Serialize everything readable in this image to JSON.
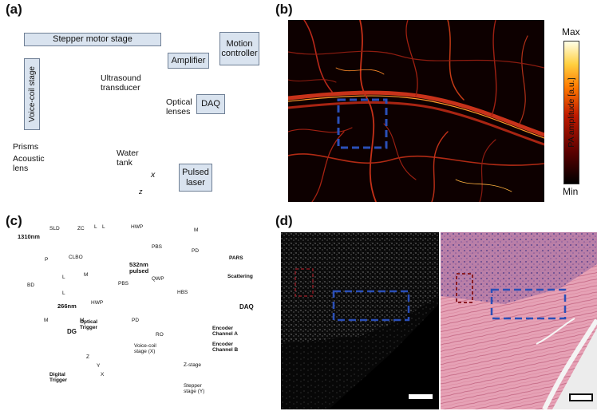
{
  "panels": {
    "a": {
      "label": "(a)",
      "stepper_stage": "Stepper motor stage",
      "motion_controller": "Motion controller",
      "voice_coil_stage": "Voice-coil stage",
      "amplifier": "Amplifier",
      "ultrasound_transducer": "Ultrasound transducer",
      "optical_lenses": "Optical lenses",
      "daq": "DAQ",
      "prisms": "Prisms",
      "acoustic_lens": "Acoustic lens",
      "water_tank": "Water tank",
      "pulsed_laser": "Pulsed laser",
      "axis_x": "x",
      "axis_z": "z"
    },
    "b": {
      "label": "(b)",
      "colorbar_max": "Max",
      "colorbar_min": "Min",
      "colorbar_title": "PA amplitude [a.u.]"
    },
    "c": {
      "label": "(c)",
      "source_nm": "1310nm",
      "sld": "SLD",
      "zc": "ZC",
      "l1": "L",
      "l2": "L",
      "hwp_top": "HWP",
      "m_top": "M",
      "pd_top": "PD",
      "pars": "PARS",
      "scattering": "Scattering",
      "pbs_top": "PBS",
      "qwp": "QWP",
      "hbs": "HBS",
      "p": "P",
      "clbo": "CLBO",
      "pulsed_532": "532nm pulsed",
      "bd": "BD",
      "l3": "L",
      "l4": "L",
      "m_left1": "M",
      "m_left2": "M",
      "m_left3": "M",
      "nm266": "266nm",
      "hwp_mid": "HWP",
      "pbs_mid": "PBS",
      "pd_mid": "PD",
      "daq": "DAQ",
      "optical_trigger": "Optical Trigger",
      "dg": "DG",
      "ro": "RO",
      "voice_coil": "Voice-coil stage (X)",
      "encoder_a": "Encoder Channel A",
      "encoder_b": "Encoder Channel B",
      "z_stage": "Z-stage",
      "stepper": "Stepper stage (Y)",
      "digital_trigger": "Digital Trigger",
      "axis_z": "Z",
      "axis_y": "Y",
      "axis_x": "X"
    },
    "d": {
      "label": "(d)"
    }
  },
  "colors": {
    "box_fill": "#d9e3ef",
    "blue_line": "#1f4fa8",
    "green_line": "#2e8b3a",
    "dashed_roi": "#2a4fb8",
    "he_red_roi": "#8a1c24",
    "beam_red": "#e0606a",
    "beam_purple": "#7a3f9a"
  }
}
